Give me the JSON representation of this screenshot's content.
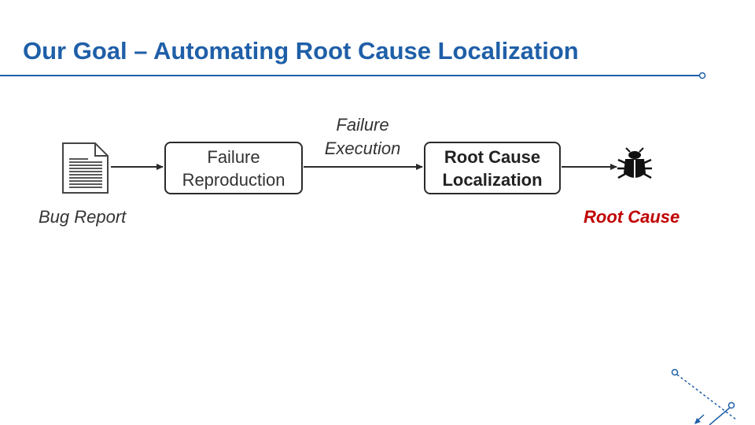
{
  "slide": {
    "title": "Our Goal – Automating Root Cause Localization"
  },
  "diagram": {
    "bug_report_label": "Bug Report",
    "failure_reproduction_label": "Failure Reproduction",
    "failure_execution_label": "Failure Execution",
    "root_cause_localization_label": "Root Cause Localization",
    "root_cause_label": "Root Cause"
  },
  "colors": {
    "title": "#1f5fa8",
    "accent_line": "#1f5fa8",
    "root_cause": "#c00000",
    "stroke": "#2b2b2b"
  },
  "icons": [
    "document-icon",
    "bug-icon"
  ]
}
